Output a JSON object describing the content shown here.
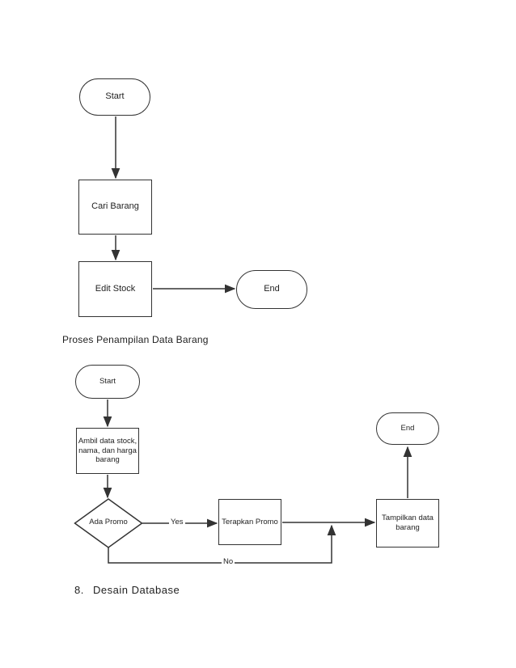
{
  "page": {
    "background": "#ffffff",
    "line_color": "#333333",
    "text_color": "#1f1f1f"
  },
  "caption": "Proses Penampilan Data Barang",
  "flowchart1": {
    "nodes": {
      "start": "Start",
      "cari_barang": "Cari Barang",
      "edit_stock": "Edit Stock",
      "end": "End"
    }
  },
  "flowchart2": {
    "nodes": {
      "start": "Start",
      "ambil_data": "Ambil data stock,\nnama, dan harga\nbarang",
      "ada_promo": "Ada Promo",
      "terapkan_promo": "Terapkan Promo",
      "tampilkan_data": "Tampilkan data\nbarang",
      "end": "End"
    },
    "edge_labels": {
      "yes": "Yes",
      "no": "No"
    }
  },
  "list_item": {
    "number": "8.",
    "label": "Desain Database"
  }
}
